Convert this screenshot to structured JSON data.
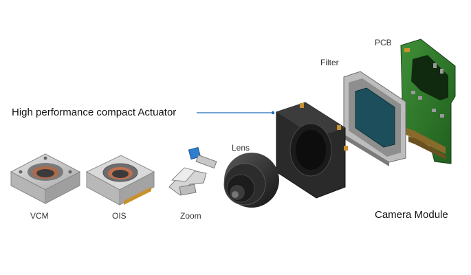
{
  "labels": {
    "actuator": "High performance compact Actuator",
    "pcb": "PCB",
    "filter": "Filter",
    "lens": "Lens",
    "vcm": "VCM",
    "ois": "OIS",
    "zoom": "Zoom",
    "camera_module": "Camera Module"
  },
  "colors": {
    "callout_line": "#1a6bb5",
    "pcb_green": "#2f7a2a",
    "filter_glass": "#1c4f5b",
    "housing": "#2a2a2a",
    "metal": "#c9c9c9"
  }
}
